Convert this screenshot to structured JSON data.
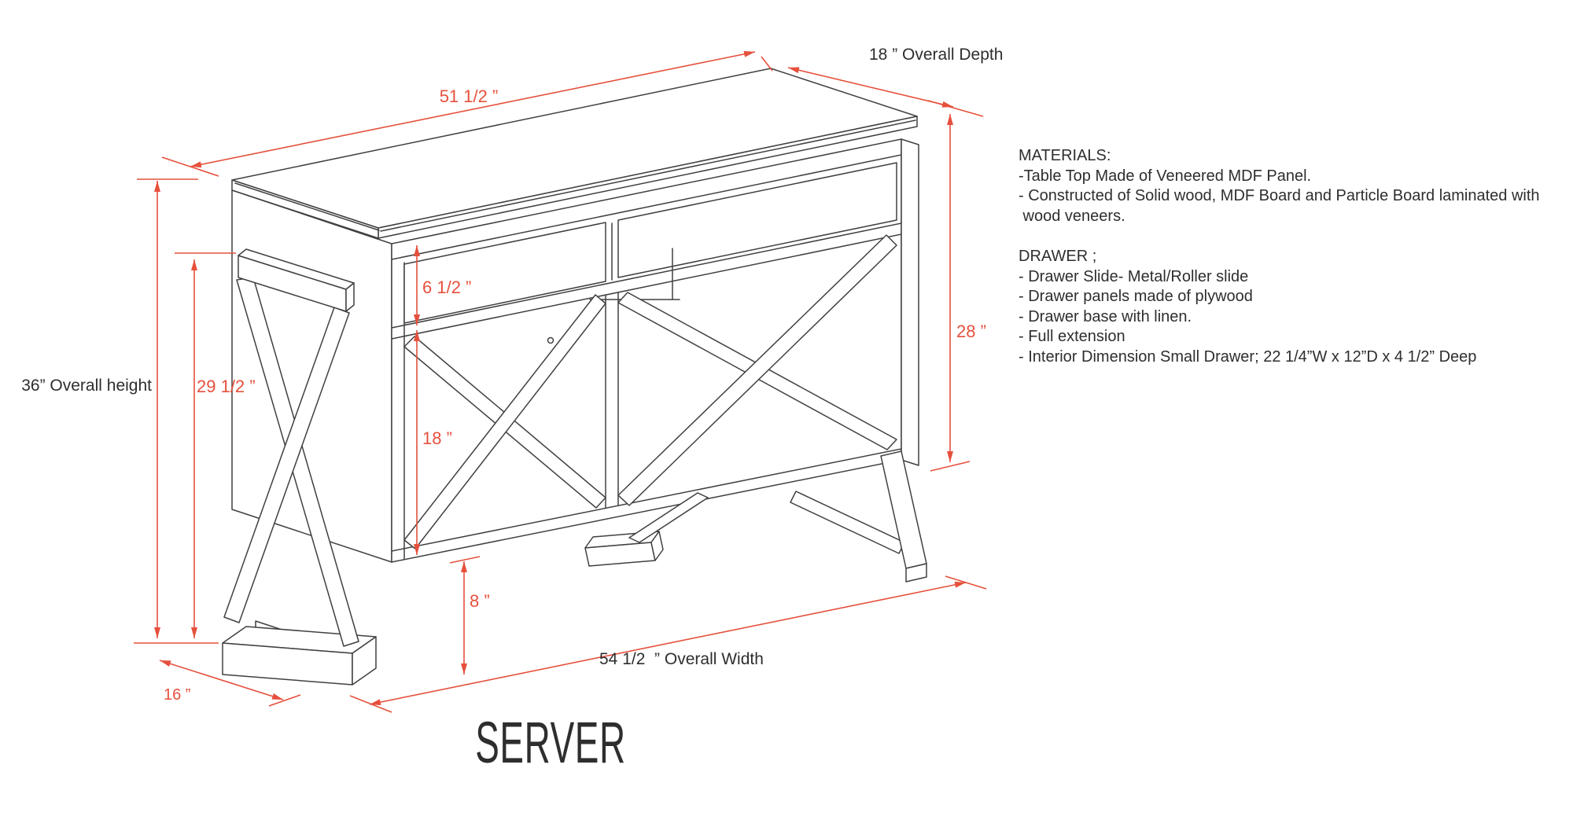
{
  "title": "SERVER",
  "colors": {
    "dimension_red": "#e6503c",
    "line_gray": "#404040",
    "text_dark": "#2e2e2e"
  },
  "dimensions": {
    "top_width": "51 1/2 ”",
    "overall_depth": "18 ” Overall Depth",
    "overall_height": "36” Overall height",
    "leg_height": "29 1/2 ”",
    "drawer_height": "6 1/2 ”",
    "door_height": "18 ”",
    "bottom_clearance": "8 ”",
    "cabinet_side_height": "28 ”",
    "foot_depth": "16 ”",
    "overall_width": "54 1/2  ” Overall Width"
  },
  "notes": {
    "materials_title": "MATERIALS:",
    "materials": [
      "-Table Top Made of Veneered MDF Panel.",
      "- Constructed of Solid wood, MDF Board and Particle Board laminated with",
      " wood veneers."
    ],
    "drawer_title": "DRAWER ;",
    "drawer": [
      "- Drawer Slide- Metal/Roller slide",
      "- Drawer panels made of plywood",
      "- Drawer base with linen.",
      "- Full extension",
      "- Interior Dimension Small Drawer; 22 1/4”W x 12”D x 4 1/2” Deep"
    ]
  }
}
